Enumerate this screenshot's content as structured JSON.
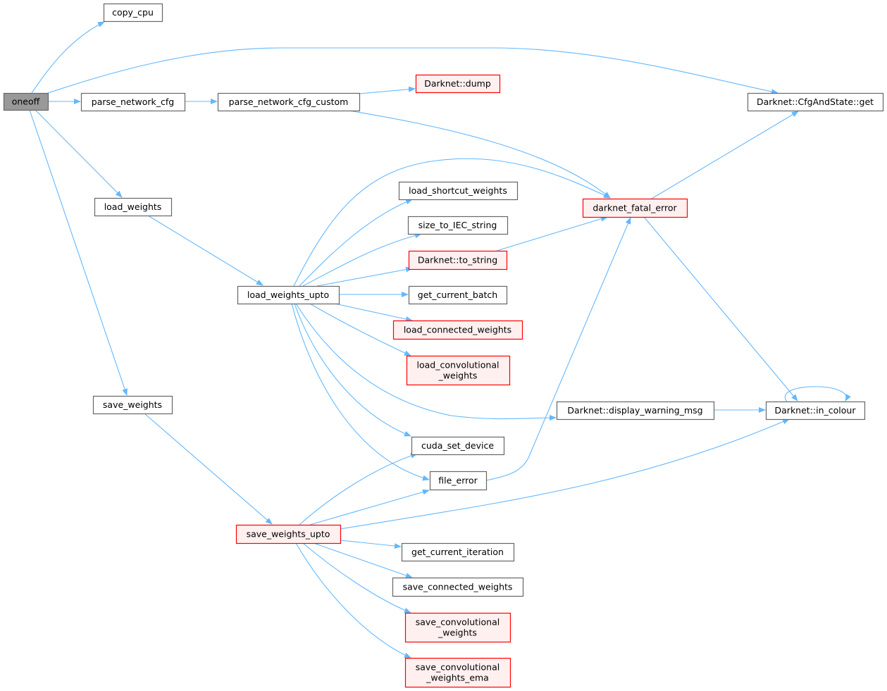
{
  "title": "oneoff call graph",
  "colors": {
    "edge": "#63b8ff",
    "root_fill": "#999999",
    "root_stroke": "#666666",
    "normal_stroke": "#666666",
    "red_stroke": "#ff0000",
    "red_fill": "#fff0f0"
  },
  "nodes": [
    {
      "id": "oneoff",
      "label": [
        "oneoff"
      ],
      "style": "root"
    },
    {
      "id": "copy_cpu",
      "label": [
        "copy_cpu"
      ],
      "style": "normal"
    },
    {
      "id": "parse_network_cfg",
      "label": [
        "parse_network_cfg"
      ],
      "style": "normal"
    },
    {
      "id": "parse_network_cfg_custom",
      "label": [
        "parse_network_cfg_custom"
      ],
      "style": "normal"
    },
    {
      "id": "dump",
      "label": [
        "Darknet::dump"
      ],
      "style": "red"
    },
    {
      "id": "cfgget",
      "label": [
        "Darknet::CfgAndState::get"
      ],
      "style": "normal"
    },
    {
      "id": "load_weights",
      "label": [
        "load_weights"
      ],
      "style": "normal"
    },
    {
      "id": "fatal",
      "label": [
        "darknet_fatal_error"
      ],
      "style": "red"
    },
    {
      "id": "load_shortcut",
      "label": [
        "load_shortcut_weights"
      ],
      "style": "normal"
    },
    {
      "id": "iec",
      "label": [
        "size_to_IEC_string"
      ],
      "style": "normal"
    },
    {
      "id": "to_string",
      "label": [
        "Darknet::to_string"
      ],
      "style": "red"
    },
    {
      "id": "load_upto",
      "label": [
        "load_weights_upto"
      ],
      "style": "normal"
    },
    {
      "id": "batch",
      "label": [
        "get_current_batch"
      ],
      "style": "normal"
    },
    {
      "id": "load_conn",
      "label": [
        "load_connected_weights"
      ],
      "style": "red"
    },
    {
      "id": "load_conv",
      "label": [
        "load_convolutional",
        "_weights"
      ],
      "style": "red"
    },
    {
      "id": "save_weights",
      "label": [
        "save_weights"
      ],
      "style": "normal"
    },
    {
      "id": "warn",
      "label": [
        "Darknet::display_warning_msg"
      ],
      "style": "normal"
    },
    {
      "id": "colour",
      "label": [
        "Darknet::in_colour"
      ],
      "style": "normal"
    },
    {
      "id": "cuda",
      "label": [
        "cuda_set_device"
      ],
      "style": "normal"
    },
    {
      "id": "file_error",
      "label": [
        "file_error"
      ],
      "style": "normal"
    },
    {
      "id": "save_upto",
      "label": [
        "save_weights_upto"
      ],
      "style": "red"
    },
    {
      "id": "iter",
      "label": [
        "get_current_iteration"
      ],
      "style": "normal"
    },
    {
      "id": "save_conn",
      "label": [
        "save_connected_weights"
      ],
      "style": "normal"
    },
    {
      "id": "save_conv",
      "label": [
        "save_convolutional",
        "_weights"
      ],
      "style": "red"
    },
    {
      "id": "save_conv_ema",
      "label": [
        "save_convolutional",
        "_weights_ema"
      ],
      "style": "red"
    }
  ],
  "edges": [
    [
      "oneoff",
      "copy_cpu"
    ],
    [
      "oneoff",
      "cfgget"
    ],
    [
      "oneoff",
      "parse_network_cfg"
    ],
    [
      "oneoff",
      "load_weights"
    ],
    [
      "oneoff",
      "save_weights"
    ],
    [
      "parse_network_cfg",
      "parse_network_cfg_custom"
    ],
    [
      "parse_network_cfg_custom",
      "dump"
    ],
    [
      "parse_network_cfg_custom",
      "fatal"
    ],
    [
      "fatal",
      "cfgget"
    ],
    [
      "fatal",
      "colour"
    ],
    [
      "load_weights",
      "load_upto"
    ],
    [
      "load_upto",
      "fatal"
    ],
    [
      "load_upto",
      "load_shortcut"
    ],
    [
      "load_upto",
      "iec"
    ],
    [
      "load_upto",
      "to_string"
    ],
    [
      "load_upto",
      "batch"
    ],
    [
      "load_upto",
      "load_conn"
    ],
    [
      "load_upto",
      "load_conv"
    ],
    [
      "load_upto",
      "warn"
    ],
    [
      "load_upto",
      "cuda"
    ],
    [
      "load_upto",
      "file_error"
    ],
    [
      "to_string",
      "fatal"
    ],
    [
      "warn",
      "colour"
    ],
    [
      "colour",
      "colour"
    ],
    [
      "file_error",
      "fatal"
    ],
    [
      "save_weights",
      "save_upto"
    ],
    [
      "save_upto",
      "cuda"
    ],
    [
      "save_upto",
      "file_error"
    ],
    [
      "save_upto",
      "colour"
    ],
    [
      "save_upto",
      "iter"
    ],
    [
      "save_upto",
      "save_conn"
    ],
    [
      "save_upto",
      "save_conv"
    ],
    [
      "save_upto",
      "save_conv_ema"
    ]
  ]
}
